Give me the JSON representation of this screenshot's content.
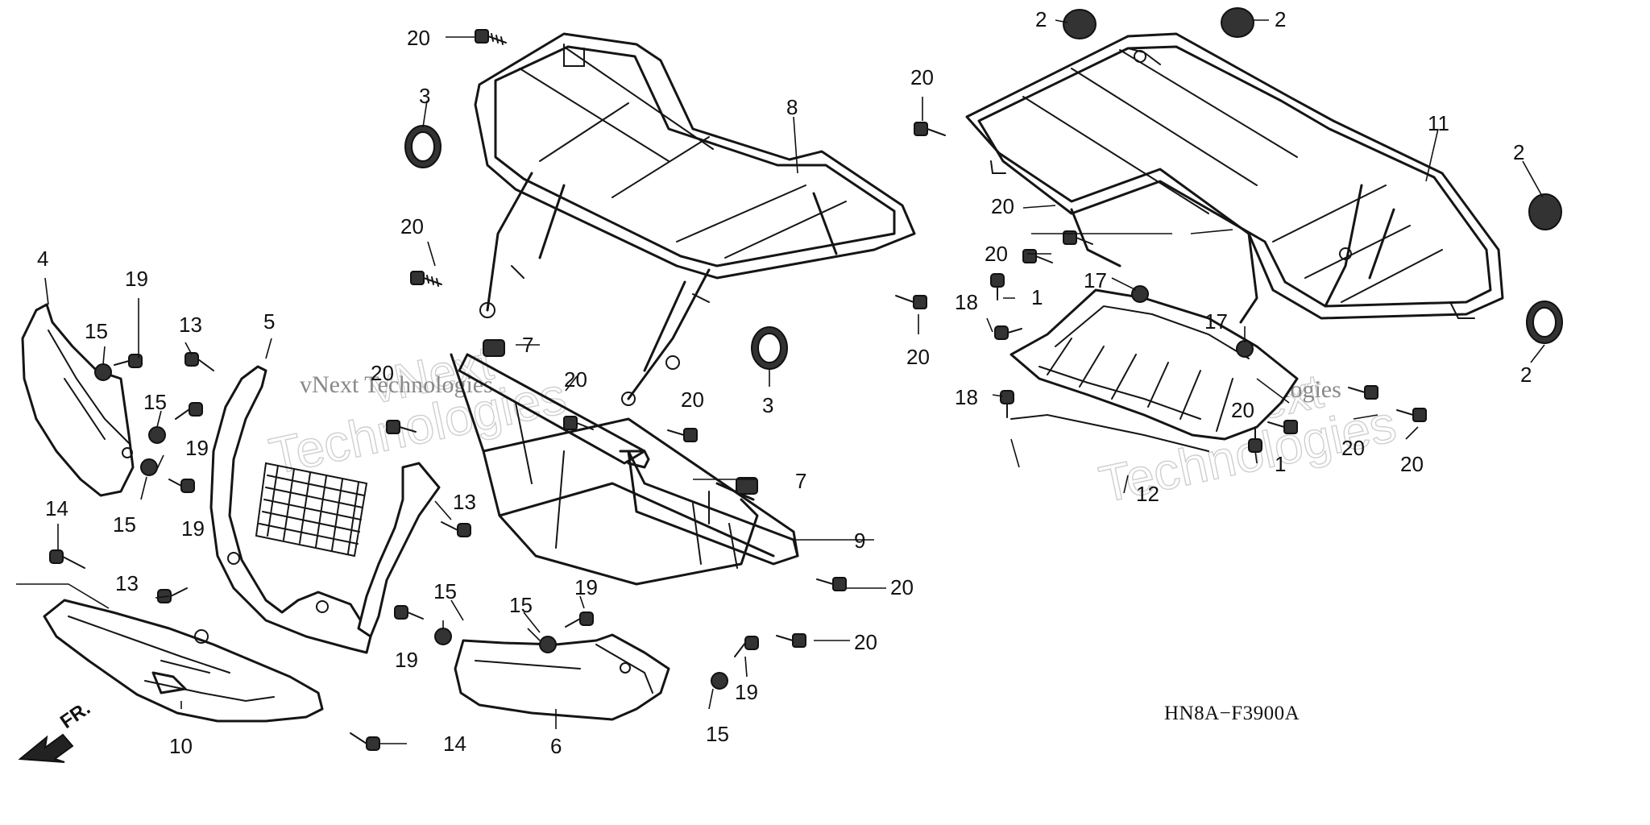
{
  "diagram": {
    "drawing_code": "HN8A−F3900A",
    "front_arrow_label": "FR.",
    "watermark": {
      "outline_line1": "vNext",
      "outline_line2": "Technologies",
      "serif_text": "vNext Technologies"
    },
    "callouts": [
      {
        "id": "c-20-a",
        "label": "20"
      },
      {
        "id": "c-3-a",
        "label": "3"
      },
      {
        "id": "c-8",
        "label": "8"
      },
      {
        "id": "c-20-b",
        "label": "20"
      },
      {
        "id": "c-20-c",
        "label": "20"
      },
      {
        "id": "c-3-b",
        "label": "3"
      },
      {
        "id": "c-7-a",
        "label": "7"
      },
      {
        "id": "c-20-d",
        "label": "20"
      },
      {
        "id": "c-20-e",
        "label": "20"
      },
      {
        "id": "c-20-f",
        "label": "20"
      },
      {
        "id": "c-7-b",
        "label": "7"
      },
      {
        "id": "c-9",
        "label": "9"
      },
      {
        "id": "c-20-g",
        "label": "20"
      },
      {
        "id": "c-20-h",
        "label": "20"
      },
      {
        "id": "c-4",
        "label": "4"
      },
      {
        "id": "c-19-a",
        "label": "19"
      },
      {
        "id": "c-15-a",
        "label": "15"
      },
      {
        "id": "c-13-a",
        "label": "13"
      },
      {
        "id": "c-5",
        "label": "5"
      },
      {
        "id": "c-15-b",
        "label": "15"
      },
      {
        "id": "c-19-b",
        "label": "19"
      },
      {
        "id": "c-15-c",
        "label": "15"
      },
      {
        "id": "c-19-c",
        "label": "19"
      },
      {
        "id": "c-13-b",
        "label": "13"
      },
      {
        "id": "c-14-a",
        "label": "14"
      },
      {
        "id": "c-13-c",
        "label": "13"
      },
      {
        "id": "c-15-d",
        "label": "15"
      },
      {
        "id": "c-19-d",
        "label": "19"
      },
      {
        "id": "c-15-e",
        "label": "15"
      },
      {
        "id": "c-19-e",
        "label": "19"
      },
      {
        "id": "c-19-f",
        "label": "19"
      },
      {
        "id": "c-15-f",
        "label": "15"
      },
      {
        "id": "c-10",
        "label": "10"
      },
      {
        "id": "c-14-b",
        "label": "14"
      },
      {
        "id": "c-6",
        "label": "6"
      },
      {
        "id": "c-2-a",
        "label": "2"
      },
      {
        "id": "c-2-b",
        "label": "2"
      },
      {
        "id": "c-20-i",
        "label": "20"
      },
      {
        "id": "c-11",
        "label": "11"
      },
      {
        "id": "c-2-c",
        "label": "2"
      },
      {
        "id": "c-20-j",
        "label": "20"
      },
      {
        "id": "c-20-k",
        "label": "20"
      },
      {
        "id": "c-1-a",
        "label": "1"
      },
      {
        "id": "c-17-a",
        "label": "17"
      },
      {
        "id": "c-18-a",
        "label": "18"
      },
      {
        "id": "c-17-b",
        "label": "17"
      },
      {
        "id": "c-2-d",
        "label": "2"
      },
      {
        "id": "c-18-b",
        "label": "18"
      },
      {
        "id": "c-20-l",
        "label": "20"
      },
      {
        "id": "c-20-m",
        "label": "20"
      },
      {
        "id": "c-20-n",
        "label": "20"
      },
      {
        "id": "c-1-b",
        "label": "1"
      },
      {
        "id": "c-12",
        "label": "12"
      }
    ]
  }
}
